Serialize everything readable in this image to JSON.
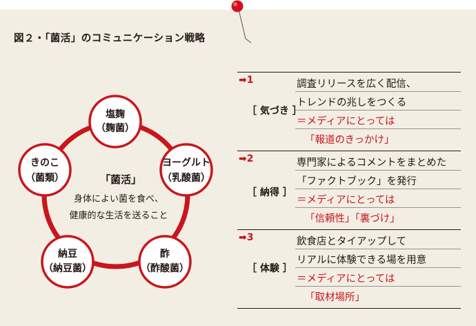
{
  "title": "図２・「菌活」のコミュニケーション戦略",
  "colors": {
    "accent": "#c8161d",
    "background": "#f3eee4",
    "text": "#231815",
    "rule": "#9a938b"
  },
  "pin": {
    "icon": "red-pushpin-icon"
  },
  "diagram": {
    "center": {
      "title": "「菌活」",
      "line1": "身体によい菌を食べ、",
      "line2": "健康的な生活を送ること"
    },
    "nodes": [
      {
        "name": "塩麹",
        "sub": "（麹菌）"
      },
      {
        "name": "ヨーグルト",
        "sub": "（乳酸菌）"
      },
      {
        "name": "酢",
        "sub": "（酢酸菌）"
      },
      {
        "name": "納豆",
        "sub": "（納豆菌）"
      },
      {
        "name": "きのこ",
        "sub": "（菌類）"
      }
    ]
  },
  "steps": [
    {
      "number": "➡1",
      "label": "［ 気づき ］",
      "lines": [
        "調査リリースを広く配信、",
        "トレンドの兆しをつくる"
      ],
      "media": "＝メディアにとっては",
      "result": "「報道のきっかけ」"
    },
    {
      "number": "➡2",
      "label": "［ 納得 ］",
      "lines": [
        "専門家によるコメントをまとめた",
        "「ファクトブック」を発行"
      ],
      "media": "＝メディアにとっては",
      "result": "「信頼性」「裏づけ」"
    },
    {
      "number": "➡3",
      "label": "［ 体験 ］",
      "lines": [
        "飲食店とタイアップして",
        "リアルに体験できる場を用意"
      ],
      "media": "＝メディアにとっては",
      "result": "「取材場所」"
    }
  ]
}
